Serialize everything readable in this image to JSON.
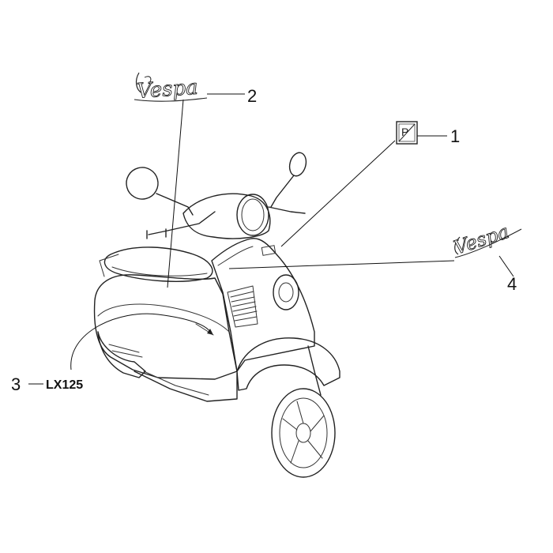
{
  "callouts": [
    {
      "number": "1",
      "part": "badge"
    },
    {
      "number": "2",
      "part": "logo-side"
    },
    {
      "number": "3",
      "part": "model-decal"
    },
    {
      "number": "4",
      "part": "logo-front"
    }
  ],
  "badge_letter": "P",
  "logo_text": "Vespa",
  "model_label": "LX125",
  "icons": [
    "scooter-illustration",
    "vespa-logo",
    "piaggio-badge"
  ]
}
